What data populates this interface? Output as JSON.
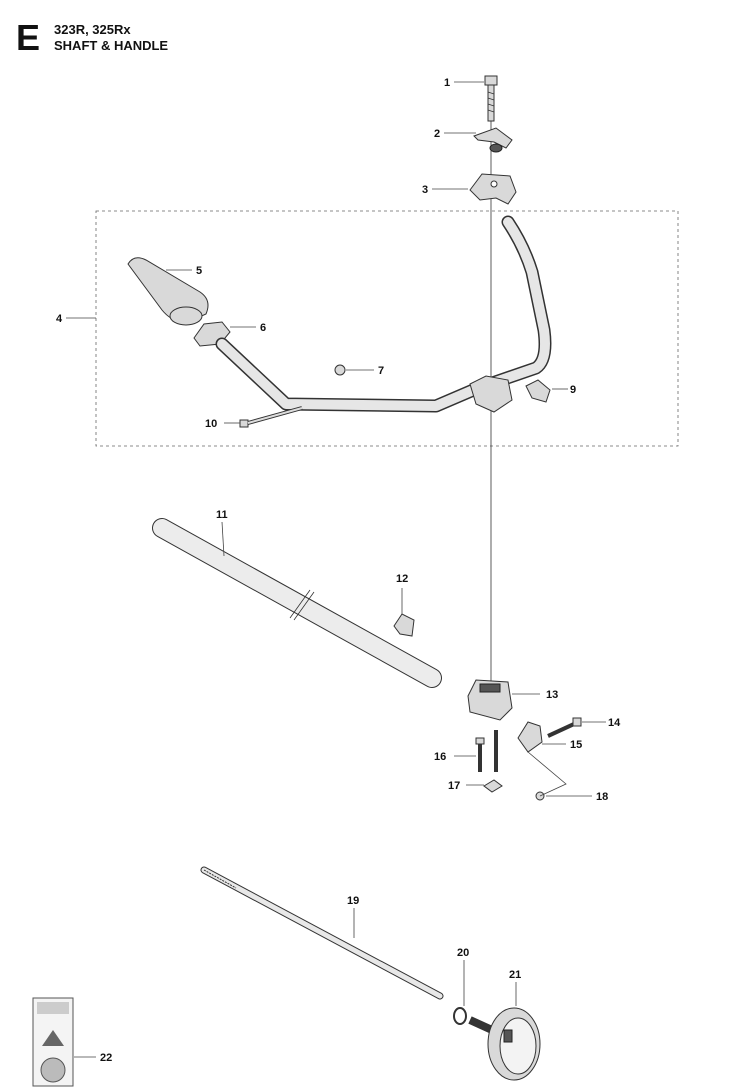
{
  "header": {
    "section_letter": "E",
    "models": "323R, 325Rx",
    "title": "SHAFT & HANDLE"
  },
  "callouts": [
    "1",
    "2",
    "3",
    "4",
    "5",
    "6",
    "7",
    "9",
    "10",
    "11",
    "12",
    "13",
    "14",
    "15",
    "16",
    "17",
    "18",
    "19",
    "20",
    "21",
    "22"
  ]
}
